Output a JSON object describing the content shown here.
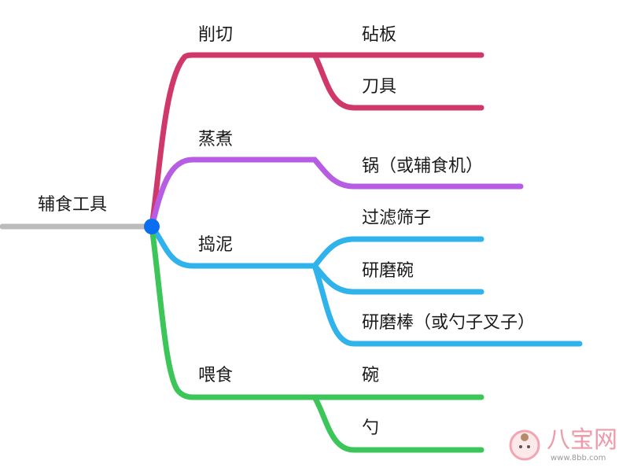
{
  "root": {
    "label": "辅食工具"
  },
  "colors": {
    "root_line": "#bbbbbb",
    "node": "#0b6ef0",
    "cut": "#d1386a",
    "steam": "#b65de3",
    "mash": "#2fb3ea",
    "feed": "#3cc65a"
  },
  "branches": [
    {
      "label": "削切",
      "children": [
        "砧板",
        "刀具"
      ]
    },
    {
      "label": "蒸煮",
      "children": [
        "锅（或辅食机）"
      ]
    },
    {
      "label": "捣泥",
      "children": [
        "过滤筛子",
        "研磨碗",
        "研磨棒（或勺子叉子）"
      ]
    },
    {
      "label": "喂食",
      "children": [
        "碗",
        "勺"
      ]
    }
  ],
  "watermark": {
    "brand": "八宝网",
    "url": "www.8bb.com"
  }
}
